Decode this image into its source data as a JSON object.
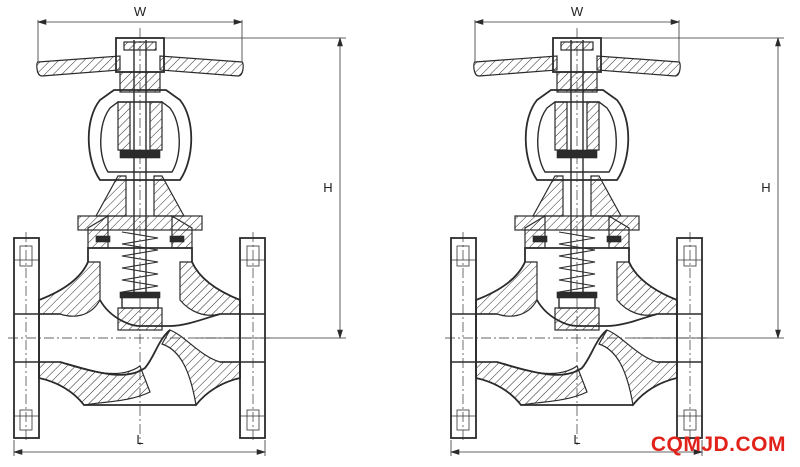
{
  "drawings": [
    {
      "width_label": "W",
      "height_label": "H",
      "length_label": "L"
    },
    {
      "width_label": "W",
      "height_label": "H",
      "length_label": "L"
    }
  ],
  "watermark": "CQMJD.COM",
  "colors": {
    "line": "#2b2b2b",
    "watermark": "#e1221b",
    "background": "#ffffff"
  }
}
